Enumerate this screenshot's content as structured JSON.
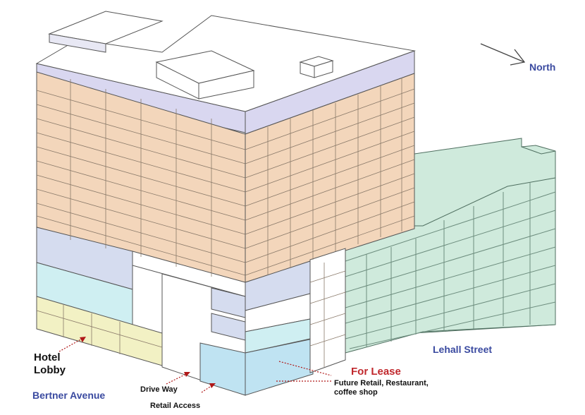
{
  "labels": {
    "north": "North",
    "lehall_street": "Lehall Street",
    "bertner_avenue": "Bertner Avenue",
    "hotel_lobby_line1": "Hotel",
    "hotel_lobby_line2": "Lobby",
    "drive_way": "Drive Way",
    "retail_access": "Retail Access",
    "for_lease": "For Lease",
    "future_retail_line1": "Future Retail, Restaurant,",
    "future_retail_line2": "coffee shop"
  },
  "colors": {
    "street_label": "#3a4aa0",
    "for_lease": "#c0282d",
    "arrow_red": "#b01818",
    "hotel_floors": "#f3d6bb",
    "mechanical_top": "#d9d7f0",
    "office_floors": "#d5dcef",
    "cyan_floors": "#cfeff2",
    "lobby_floor": "#f2f1c4",
    "retail_ground": "#bfe3f2",
    "parking_garage": "#cfeadc",
    "structure_line": "#555555"
  },
  "icons": [
    "north-arrow-icon",
    "pointer-arrow-icon"
  ]
}
